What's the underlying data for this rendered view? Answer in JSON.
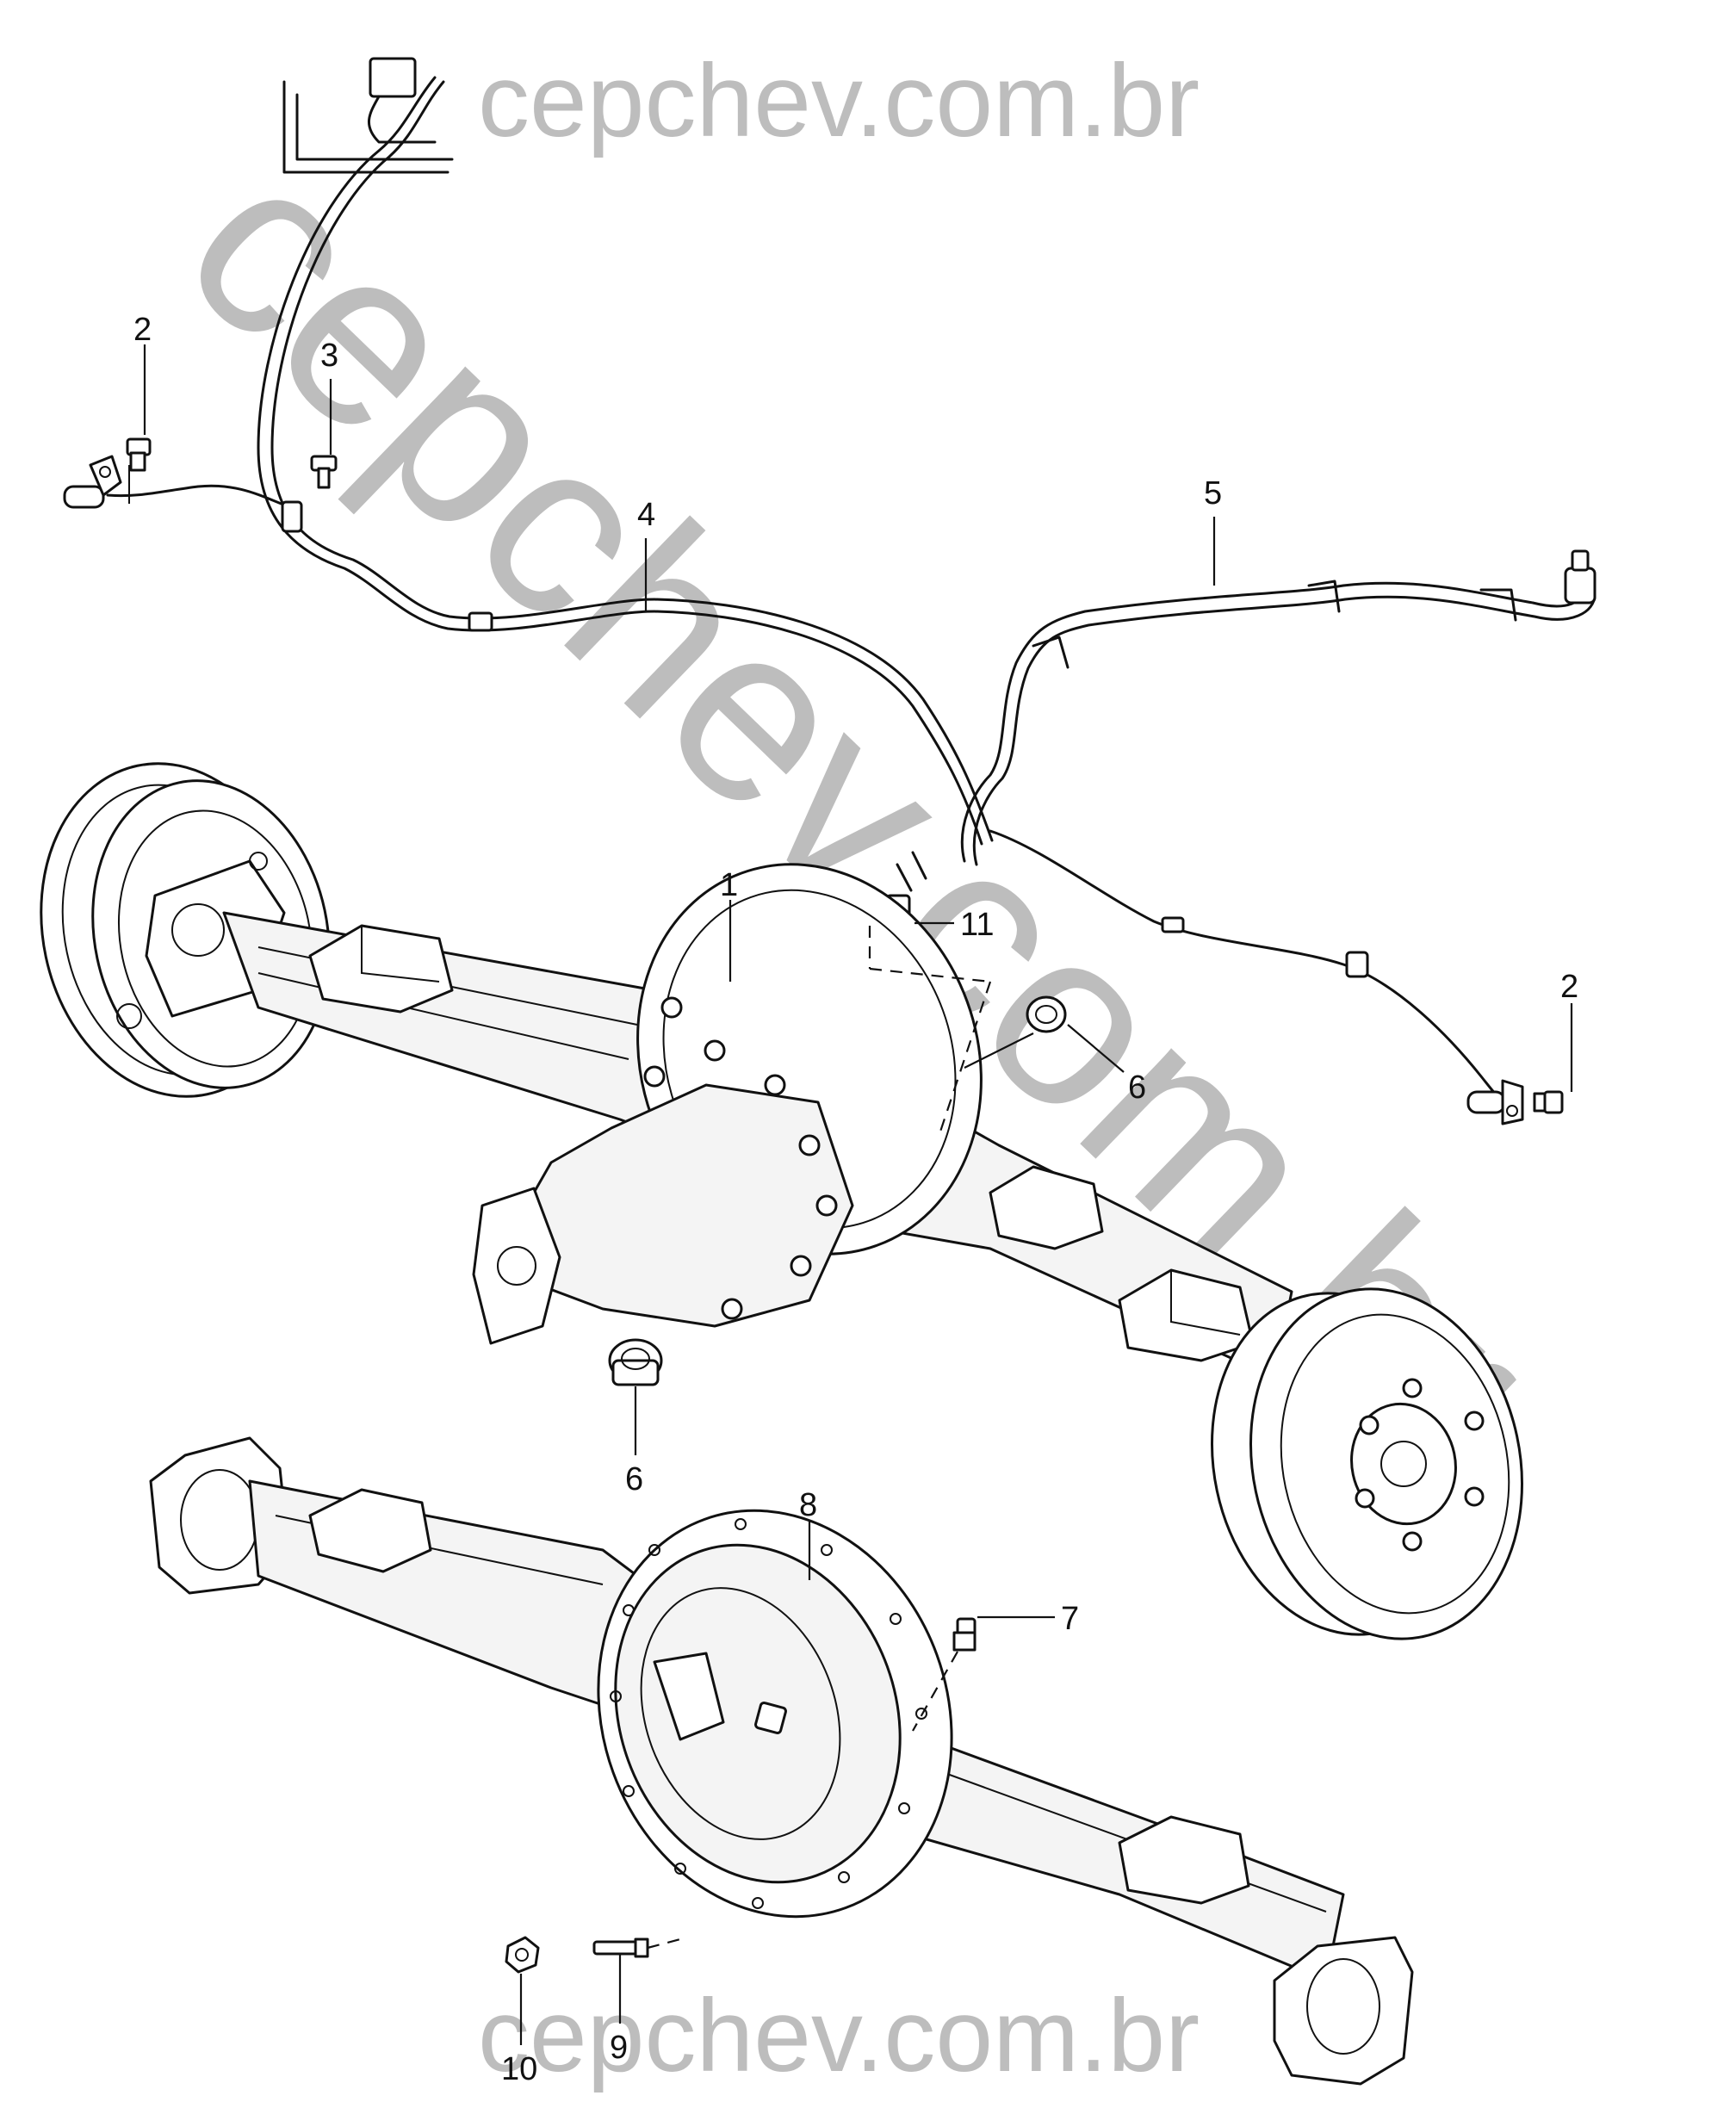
{
  "watermark": {
    "top": "cepchev.com.br",
    "diagonal": "cepchev.com.br",
    "bottom": "cepchev.com.br",
    "color": "#bdbdbd"
  },
  "callouts": {
    "c1": "1",
    "c2a": "2",
    "c2b": "2",
    "c3": "3",
    "c4": "4",
    "c5": "5",
    "c6a": "6",
    "c6b": "6",
    "c7": "7",
    "c8": "8",
    "c9": "9",
    "c10": "10",
    "c11": "11"
  }
}
